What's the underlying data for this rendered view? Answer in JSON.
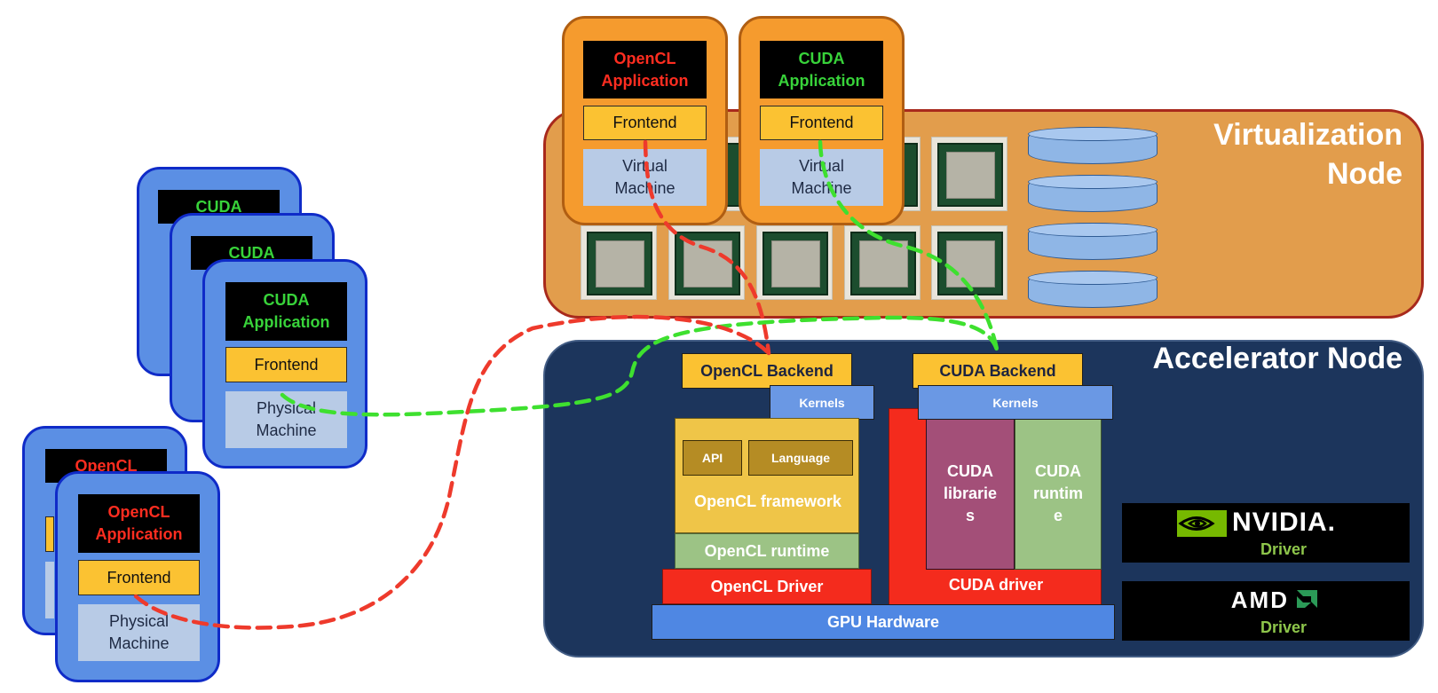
{
  "virtualization_node": {
    "title_line1": "Virtualization",
    "title_line2": "Node"
  },
  "accelerator_node": {
    "title": "Accelerator Node"
  },
  "vm_stacks": [
    {
      "app_line1": "OpenCL",
      "app_line2": "Application",
      "app_color": "#ff2d20",
      "frontend": "Frontend",
      "machine_line1": "Virtual",
      "machine_line2": "Machine"
    },
    {
      "app_line1": "CUDA",
      "app_line2": "Application",
      "app_color": "#38d33a",
      "frontend": "Frontend",
      "machine_line1": "Virtual",
      "machine_line2": "Machine"
    }
  ],
  "cuda_pm_stack": {
    "back_title": "CUDA",
    "app_line1": "CUDA",
    "app_line2": "Application",
    "frontend": "Frontend",
    "machine_line1": "Physical",
    "machine_line2": "Machine"
  },
  "opencl_pm_stack": {
    "back_title": "OpenCL",
    "app_line1": "OpenCL",
    "app_line2": "Application",
    "frontend": "Frontend",
    "machine_line1": "Physical",
    "machine_line2": "Machine"
  },
  "opencl_side": {
    "backend": "OpenCL Backend",
    "kernels": "Kernels",
    "api": "API",
    "language": "Language",
    "framework": "OpenCL framework",
    "runtime": "OpenCL runtime",
    "driver": "OpenCL Driver"
  },
  "cuda_side": {
    "backend": "CUDA Backend",
    "kernels": "Kernels",
    "libraries_line1": "CUDA",
    "libraries_line2": "librarie",
    "libraries_line3": "s",
    "runtime_line1": "CUDA",
    "runtime_line2": "runtim",
    "runtime_line3": "e",
    "driver": "CUDA driver"
  },
  "gpu_hardware": "GPU Hardware",
  "drivers": {
    "nvidia_logo": "NVIDIA.",
    "nvidia_label": "Driver",
    "amd_logo": "AMD",
    "amd_label": "Driver"
  },
  "colors": {
    "opencl_link": "#ee3a2c",
    "cuda_link": "#3ee02f",
    "opencl_text": "#ff2d20",
    "cuda_text": "#38d33a"
  },
  "icons": {
    "chips": "cpu-chip-icon",
    "storage": "storage-disk-icon",
    "nvidia": "nvidia-eye-icon",
    "amd": "amd-arrow-icon"
  }
}
